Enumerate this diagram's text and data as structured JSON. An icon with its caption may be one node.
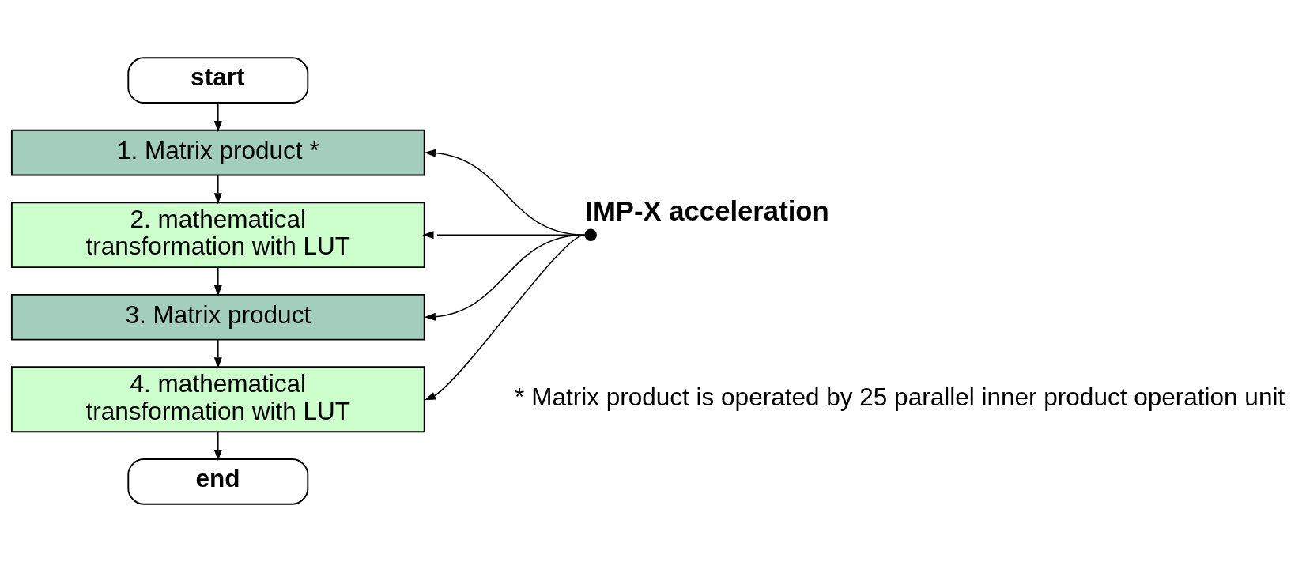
{
  "diagram": {
    "nodes": [
      {
        "text": [
          "start"
        ]
      },
      {
        "text": [
          "1. Matrix product *"
        ]
      },
      {
        "text": [
          "2. mathematical transformation with LUT"
        ]
      },
      {
        "text": [
          "3. Matrix product"
        ]
      },
      {
        "text": [
          "4. mathematical transformation with LUT"
        ]
      },
      {
        "text": [
          "end"
        ]
      },
      {
        "text": [],
        "shape": "circle",
        "beside": [
          "IMP-X acceleration"
        ]
      }
    ],
    "edges": [
      {
        "from": 0,
        "to": 1,
        "arrow": "to"
      },
      {
        "from": 1,
        "to": 2,
        "arrow": "to"
      },
      {
        "from": 2,
        "to": 3,
        "arrow": "to"
      },
      {
        "from": 3,
        "to": 4,
        "arrow": "to"
      },
      {
        "from": 4,
        "to": 5,
        "arrow": "to"
      },
      {
        "from": 6,
        "to": 1,
        "arrow": "to"
      },
      {
        "from": 6,
        "to": 2,
        "arrow": "to"
      },
      {
        "from": 6,
        "to": 3,
        "arrow": "to"
      },
      {
        "from": 6,
        "to": 4,
        "arrow": "to"
      }
    ],
    "labels": [
      "* Matrix product is operated by 25 parallel inner product operation unit"
    ]
  }
}
